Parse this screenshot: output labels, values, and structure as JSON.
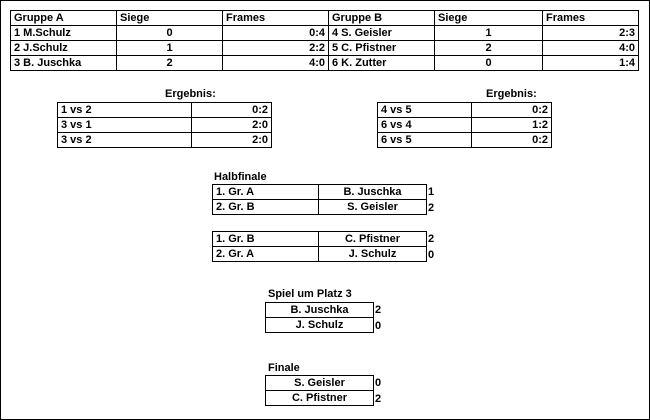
{
  "groups_table": {
    "headers": [
      "Gruppe A",
      "Siege",
      "Frames",
      "Gruppe B",
      "Siege",
      "Frames"
    ],
    "rows": [
      [
        "1 M.Schulz",
        "0",
        "0:4",
        "4 S. Geisler",
        "1",
        "2:3"
      ],
      [
        "2 J.Schulz",
        "1",
        "2:2",
        "5 C. Pfistner",
        "2",
        "4:0"
      ],
      [
        "3 B. Juschka",
        "2",
        "4:0",
        "6 K. Zutter",
        "0",
        "1:4"
      ]
    ]
  },
  "results_a": {
    "title": "Ergebnis:",
    "rows": [
      [
        "1 vs 2",
        "0:2"
      ],
      [
        "3 vs 1",
        "2:0"
      ],
      [
        "3 vs 2",
        "2:0"
      ]
    ]
  },
  "results_b": {
    "title": "Ergebnis:",
    "rows": [
      [
        "4 vs 5",
        "0:2"
      ],
      [
        "6 vs 4",
        "1:2"
      ],
      [
        "6 vs 5",
        "0:2"
      ]
    ]
  },
  "semifinal": {
    "title": "Halbfinale",
    "match1": [
      {
        "seed": "1. Gr. A",
        "name": "B. Juschka",
        "score": "1"
      },
      {
        "seed": "2. Gr. B",
        "name": "S. Geisler",
        "score": "2"
      }
    ],
    "match2": [
      {
        "seed": "1. Gr. B",
        "name": "C. Pfistner",
        "score": "2"
      },
      {
        "seed": "2. Gr. A",
        "name": "J. Schulz",
        "score": "0"
      }
    ]
  },
  "third_place": {
    "title": "Spiel um Platz 3",
    "players": [
      {
        "name": "B. Juschka",
        "score": "2"
      },
      {
        "name": "J. Schulz",
        "score": "0"
      }
    ]
  },
  "final": {
    "title": "Finale",
    "players": [
      {
        "name": "S. Geisler",
        "score": "0"
      },
      {
        "name": "C. Pfistner",
        "score": "2"
      }
    ]
  }
}
